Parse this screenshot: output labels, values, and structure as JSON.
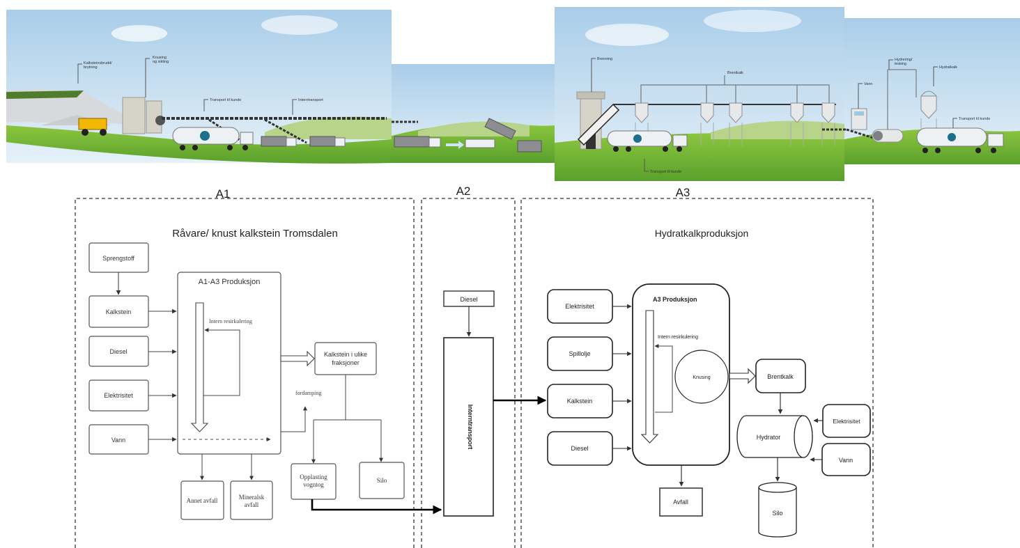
{
  "scenes": {
    "a1": {
      "quarry": "Kalksteinsbrudd/\nbrytning",
      "crushing": "Knusing\nog sikting",
      "transport_customer": "Transport til kunde",
      "internal_transport": "Interntransport"
    },
    "a3": {
      "burning": "Brenning",
      "quicklime": "Brentkalk",
      "transport_customer": "Transport til kunde"
    },
    "a3b": {
      "water": "Vann",
      "hydration": "Hydrering/\nlesking",
      "hydrated_lime": "Hydratkalk",
      "transport_customer": "Transport til kunde"
    }
  },
  "stages": {
    "a1": "A1",
    "a2": "A2",
    "a3": "A3"
  },
  "a1": {
    "title": "Råvare/ knust kalkstein Tromsdalen",
    "process_title": "A1-A3 Produksjon",
    "inputs": [
      "Sprengstoff",
      "Kalkstein",
      "Diesel",
      "Elektrisitet",
      "Vann"
    ],
    "recycling": "Intern resirkulering",
    "evaporation": "fordamping",
    "product": "Kalkstein i ulike\nfraksjoner",
    "loading": "Opplasting\nvogntog",
    "silo": "Silo",
    "waste_other": "Annet avfall",
    "waste_mineral": "Mineralsk\navfall"
  },
  "a2": {
    "diesel": "Diesel",
    "transport": "Interntransport"
  },
  "a3": {
    "title": "Hydratkalkproduksjon",
    "process_title": "A3 Produksjon",
    "inputs": [
      "Elektrisitet",
      "Spillolje",
      "Kalkstein",
      "Diesel"
    ],
    "recycling": "Intern resirkulering",
    "crushing": "Knusing",
    "quicklime": "Brentkalk",
    "hydrator": "Hydrator",
    "electricity": "Elektrisitet",
    "water": "Vann",
    "waste": "Avfall",
    "silo": "Silo"
  }
}
